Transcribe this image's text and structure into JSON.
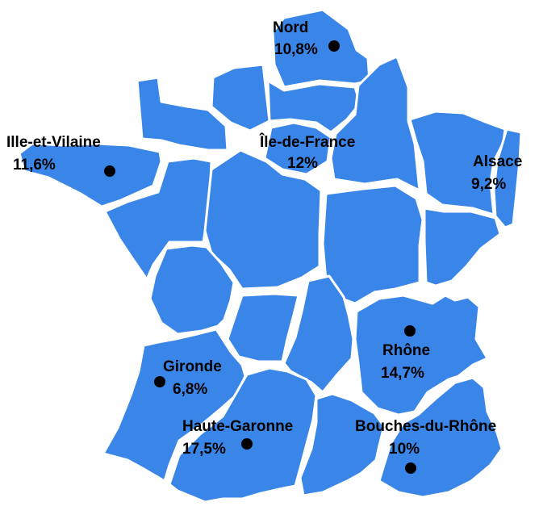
{
  "map": {
    "fill_color": "#3a86e8",
    "marker_color": "#000000",
    "label_color": "#000000",
    "departments": [
      {
        "name": "Nord",
        "value": "10,8%"
      },
      {
        "name": "Ille-et-Vilaine",
        "value": "11,6%"
      },
      {
        "name": "Île-de-France",
        "value": "12%"
      },
      {
        "name": "Alsace",
        "value": "9,2%"
      },
      {
        "name": "Rhône",
        "value": "14,7%"
      },
      {
        "name": "Gironde",
        "value": "6,8%"
      },
      {
        "name": "Haute-Garonne",
        "value": "17,5%"
      },
      {
        "name": "Bouches-du-Rhône",
        "value": "10%"
      }
    ]
  }
}
